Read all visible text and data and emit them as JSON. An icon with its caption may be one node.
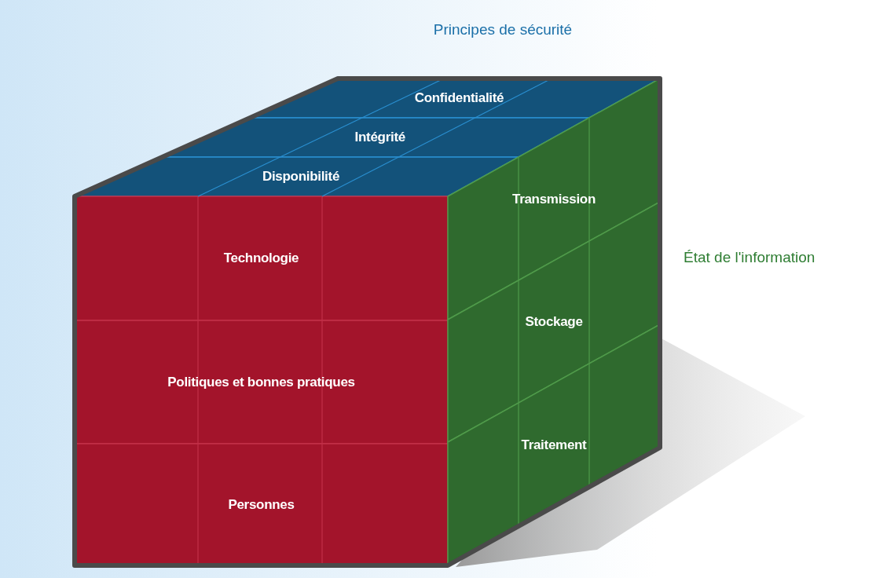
{
  "diagram": {
    "nodes": [
      {
        "text": [
          "Confidentialité"
        ]
      },
      {
        "text": [
          "Intégrité"
        ]
      },
      {
        "text": [
          "Disponibilité"
        ]
      },
      {
        "text": [
          "Technologie"
        ]
      },
      {
        "text": [
          "Politiques et bonnes pratiques"
        ]
      },
      {
        "text": [
          "Personnes"
        ]
      },
      {
        "text": [
          "Transmission"
        ]
      },
      {
        "text": [
          "Stockage"
        ]
      },
      {
        "text": [
          "Traitement"
        ]
      }
    ],
    "edges": [],
    "labels": [
      "Principes de sécurité",
      "État de l'information"
    ]
  }
}
